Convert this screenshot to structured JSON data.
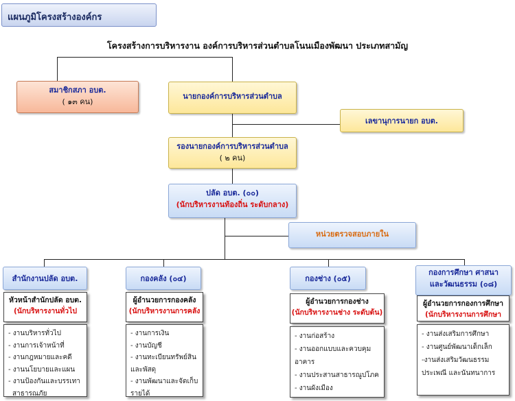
{
  "header": {
    "title": "แผนภูมิโครงสร้างองค์กร"
  },
  "diagram": {
    "title": "โครงสร้างการบริหารงาน  องค์การบริหารส่วนตำบลโนนเมืองพัฒนา  ประเภทสามัญ",
    "council": {
      "label": "สมาชิกสภา อบต.",
      "count": "( ๑๓ คน)"
    },
    "chief": {
      "label": "นายกองค์การบริหารส่วนตำบล"
    },
    "secretary": {
      "label": "เลขานุการนายก อบต."
    },
    "deputy": {
      "label": "รองนายกองค์การบริหารส่วนตำบล",
      "count": "( ๒ คน)"
    },
    "palad": {
      "label": "ปลัด  อบต. (๐๐)",
      "sub": "(นักบริหารงานท้องถิ่น ระดับกลาง)"
    },
    "audit": {
      "label": "หน่วยตรวจสอบภายใน"
    },
    "departments": [
      {
        "label": "สำนักงานปลัด อบต.",
        "head": "หัวหน้าสำนักปลัด อบต.",
        "head_sub": "(นักบริหารงานทั่วไป",
        "items": [
          "- งานบริหารทั่วไป",
          "- งานการเจ้าหน้าที่",
          "- งานกฎหมายและคดี",
          "- งานนโยบายและแผน",
          "- งานป้องกันและบรรเทา",
          "  สาธารณภัย"
        ]
      },
      {
        "label": "กองคลัง (๐๔)",
        "head": "ผู้อำนวยการกองคลัง",
        "head_sub": "(นักบริหารงานการคลัง",
        "items": [
          "- งานการเงิน",
          "- งานบัญชี",
          "- งานทะเบียนทรัพย์สิน",
          "และพัสดุ",
          "- งานพัฒนาและจัดเก็บ",
          "รายได้"
        ]
      },
      {
        "label": "กองช่าง (๐๕)",
        "head": "ผู้อำนวยการกองช่าง",
        "head_sub": "(นักบริหารงานช่าง ระดับต้น)",
        "items": [
          "- งานก่อสร้าง",
          "- งานออกแบบและควบคุม",
          "อาคาร",
          "- งานประสานสาธารณูปโภค",
          "- งานผังเมือง"
        ]
      },
      {
        "label": "กองการศึกษา ศาสนา",
        "label2": "และวัฒนธรรม (๐๘)",
        "head": "ผู้อำนวยการกองการศึกษา",
        "head_sub": "(นักบริหารงานการศึกษา",
        "items": [
          "- งานส่งเสริมการศึกษา",
          "- งานศูนย์พัฒนาเด็กเล็ก",
          "-งานส่งเสริมวัฒนธรรม",
          "ประเพณี และนันทนาการ"
        ]
      }
    ]
  }
}
